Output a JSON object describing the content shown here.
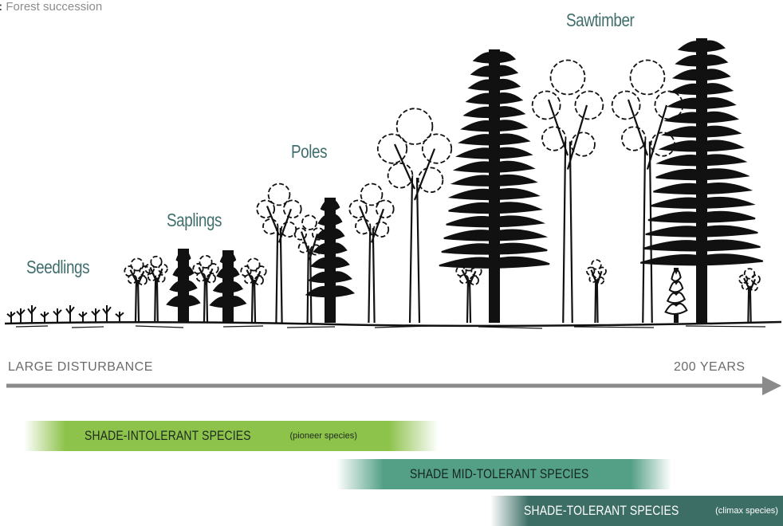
{
  "caption": {
    "prefix": "l:",
    "text": "Forest succession"
  },
  "stages": [
    {
      "id": "seedlings",
      "label": "Seedlings"
    },
    {
      "id": "saplings",
      "label": "Saplings"
    },
    {
      "id": "poles",
      "label": "Poles"
    },
    {
      "id": "sawtimber",
      "label": "Sawtimber"
    }
  ],
  "timeline": {
    "start": "LARGE DISTURBANCE",
    "end": "200 YEARS"
  },
  "bands": [
    {
      "label": "SHADE-INTOLERANT SPECIES",
      "note": "(pioneer species)",
      "color": "#8dc24b"
    },
    {
      "label": "SHADE MID-TOLERANT SPECIES",
      "note": "",
      "color": "#54a087"
    },
    {
      "label": "SHADE-TOLERANT SPECIES",
      "note": "(climax species)",
      "color": "#3c6e66"
    }
  ],
  "colors": {
    "stage_text": "#3f6e6c",
    "axis": "#8a8a8a",
    "ink": "#111111"
  }
}
